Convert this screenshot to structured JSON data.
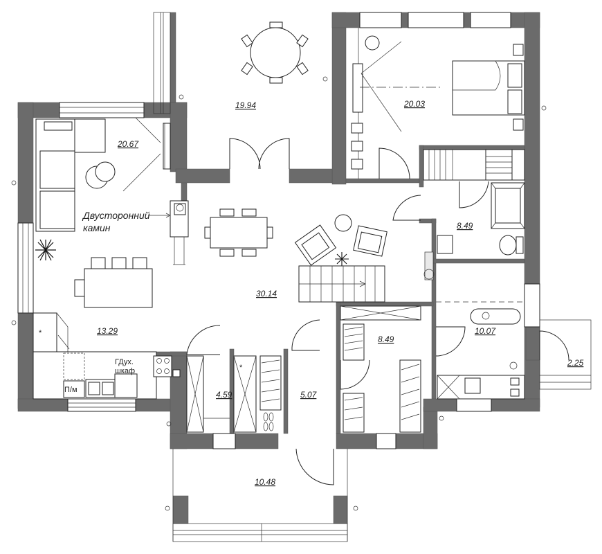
{
  "rooms": [
    {
      "id": "dining-room",
      "area": "19.94"
    },
    {
      "id": "bedroom",
      "area": "20.03"
    },
    {
      "id": "living-room",
      "area": "20.67"
    },
    {
      "id": "hall",
      "area": "30.14"
    },
    {
      "id": "kitchen",
      "area": "13.29"
    },
    {
      "id": "bathroom-upper",
      "area": "8.49"
    },
    {
      "id": "dressing-room",
      "area": "8.49"
    },
    {
      "id": "laundry",
      "area": "10.07"
    },
    {
      "id": "porch-side",
      "area": "2.25"
    },
    {
      "id": "storage-small",
      "area": "4.59"
    },
    {
      "id": "vestibule",
      "area": "5.07"
    },
    {
      "id": "terrace-entry",
      "area": "10.48"
    }
  ],
  "annotations": {
    "fireplace_line1": "Двусторонний",
    "fireplace_line2": "камин",
    "dishwasher": "П/м",
    "cabinet_line1": "ГДух.",
    "cabinet_line2": "шкаф",
    "fridge_mark": "*",
    "storage_mark": "*"
  }
}
